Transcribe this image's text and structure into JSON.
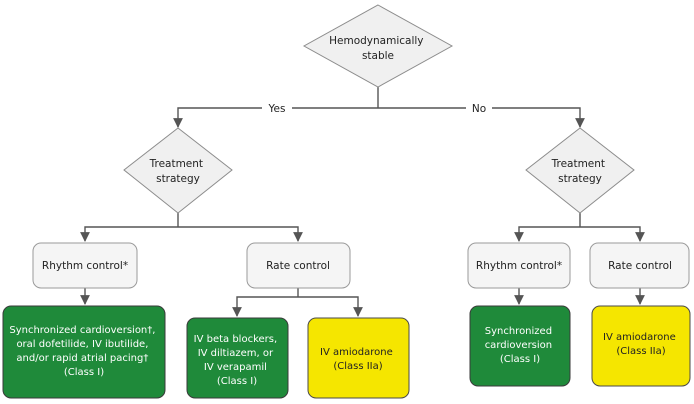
{
  "nodes": {
    "root": {
      "lines": [
        "Hemodynamically",
        "stable"
      ]
    },
    "treatment_left": {
      "lines": [
        "Treatment",
        "strategy"
      ]
    },
    "treatment_right": {
      "lines": [
        "Treatment",
        "strategy"
      ]
    },
    "rhythm_left": {
      "label": "Rhythm control*"
    },
    "rate_left": {
      "label": "Rate control"
    },
    "rhythm_right": {
      "label": "Rhythm control*"
    },
    "rate_right": {
      "label": "Rate control"
    },
    "sync_left": {
      "lines": [
        "Synchronized cardioversion†,",
        "oral dofetilide, IV ibutilide,",
        "and/or rapid atrial pacing†",
        "(Class I)"
      ]
    },
    "beta_blockers": {
      "lines": [
        "IV beta blockers,",
        "IV diltiazem, or",
        "IV verapamil",
        "(Class I)"
      ]
    },
    "amio_left": {
      "lines": [
        "IV amiodarone",
        "(Class IIa)"
      ]
    },
    "sync_right": {
      "lines": [
        "Synchronized",
        "cardioversion",
        "(Class I)"
      ]
    },
    "amio_right": {
      "lines": [
        "IV amiodarone",
        "(Class IIa)"
      ]
    }
  },
  "edges": {
    "yes": "Yes",
    "no": "No"
  },
  "colors": {
    "green": "#1f8a3a",
    "yellow": "#f5e600",
    "gray_box": "#f5f5f5",
    "line": "#555555"
  }
}
